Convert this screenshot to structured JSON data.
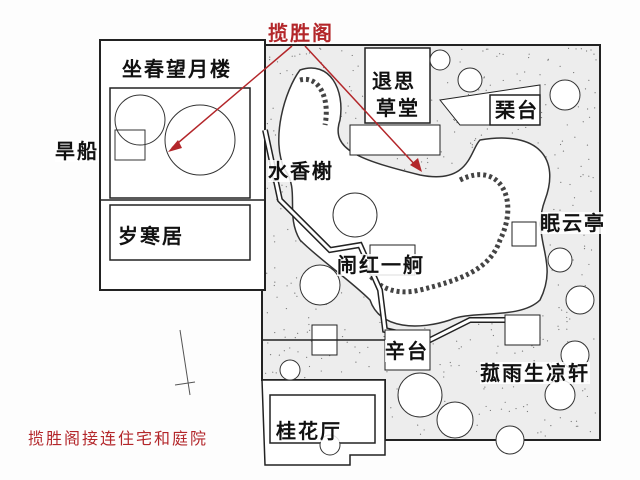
{
  "title": "揽胜阁",
  "caption": "揽胜阁接连住宅和庭院",
  "labels": {
    "zuochun": "坐春望月楼",
    "hanchuan": "旱船",
    "tuisi_1": "退思",
    "tuisi_2": "草堂",
    "qintai": "琹台",
    "shuixiang": "水香榭",
    "suihan": "岁寒居",
    "mianyun": "眠云亭",
    "naohong": "闹红一舸",
    "xintai": "辛台",
    "guyu": "菰雨生凉轩",
    "guihua": "桂花厅"
  },
  "colors": {
    "annotation": "#b3262a",
    "ink": "#222222",
    "pond": "#ffffff",
    "ground": "#eeeeee"
  }
}
